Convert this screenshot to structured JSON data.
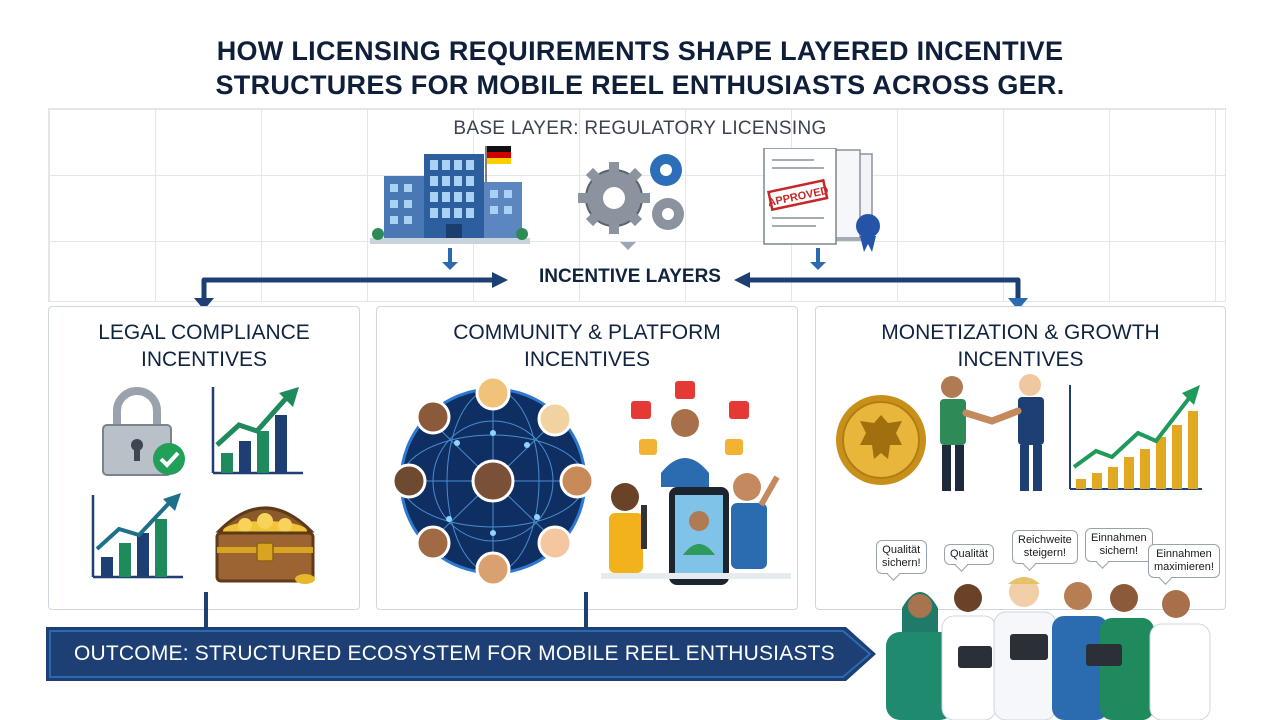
{
  "title": {
    "line1": "HOW LICENSING REQUIREMENTS SHAPE LAYERED INCENTIVE",
    "line2": "STRUCTURES FOR MOBILE REEL ENTHUSIASTS ACROSS GER."
  },
  "base_layer": {
    "label": "BASE LAYER: REGULATORY LICENSING",
    "stamp_text": "APPROVED"
  },
  "incentive_layers": {
    "label": "INCENTIVE LAYERS"
  },
  "panels": [
    {
      "title_line1": "LEGAL COMPLIANCE",
      "title_line2": "INCENTIVES"
    },
    {
      "title_line1": "COMMUNITY & PLATFORM",
      "title_line2": "INCENTIVES"
    },
    {
      "title_line1": "MONETIZATION & GROWTH",
      "title_line2": "INCENTIVES"
    }
  ],
  "outcome": {
    "label": "OUTCOME: STRUCTURED ECOSYSTEM FOR MOBILE REEL ENTHUSIASTS"
  },
  "speech_bubbles": [
    {
      "line1": "Qualität",
      "line2": "sichern!"
    },
    {
      "line1": "Qualität",
      "line2": ""
    },
    {
      "line1": "Reichweite",
      "line2": "steigern!"
    },
    {
      "line1": "Einnahmen",
      "line2": "sichern!"
    },
    {
      "line1": "Einnahmen",
      "line2": "maximieren!"
    }
  ],
  "icons": [
    "office-building-icon",
    "german-flag-icon",
    "gears-icon",
    "document-approved-icon",
    "padlock-check-icon",
    "growth-chart-icon",
    "treasure-chest-icon",
    "network-globe-icon",
    "social-creators-icon",
    "gold-coin-eagle-icon",
    "handshake-icon",
    "bar-growth-icon",
    "enthusiasts-group-icon"
  ],
  "colors": {
    "navy": "#1d3f73",
    "arrow_blue": "#2a6bb0",
    "green": "#1f8a5b",
    "gold": "#d9a521"
  }
}
